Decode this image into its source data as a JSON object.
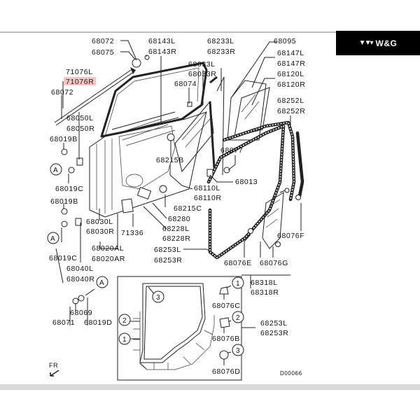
{
  "brand": {
    "name": "W&G",
    "logo_glyph": "▼▼▾"
  },
  "diagram": {
    "title": "Rear door panel & glass exploded parts diagram",
    "reference_code": "D00066",
    "direction_marker": "FR",
    "highlight_color": "#f4c5c5",
    "labels": {
      "p68072_top": "68072",
      "p68075": "68075",
      "p71076L": "71076L",
      "p71076R": "71076R",
      "p68072_left": "68072",
      "p68050L": "68050L",
      "p68050R": "68050R",
      "p68019B_1": "68019B",
      "p68019C_1": "68019C",
      "p68019B_2": "68019B",
      "p68019C_2": "68019C",
      "p68040L": "68040L",
      "p68040R": "68040R",
      "p68069": "68069",
      "p68071": "68071",
      "p68019D": "68019D",
      "p68143L": "68143L",
      "p68143R": "68143R",
      "p68074": "68074",
      "p68033L": "68033L",
      "p68033R": "68033R",
      "p68233L": "68233L",
      "p68233R": "68233R",
      "p68095": "68095",
      "p68147L": "68147L",
      "p68147R": "68147R",
      "p68120L": "68120L",
      "p68120R": "68120R",
      "p68252L": "68252L",
      "p68252R": "68252R",
      "p68077": "68077",
      "p68013": "68013",
      "p68215B": "68215B",
      "p68110L": "68110L",
      "p68110R": "68110R",
      "p68215C": "68215C",
      "p68280": "68280",
      "p68228L": "68228L",
      "p68228R": "68228R",
      "p71336": "71336",
      "p68030L": "68030L",
      "p68030R": "68030R",
      "p68020AL": "68020AL",
      "p68020AR": "68020AR",
      "p68253L_a": "68253L",
      "p68253R_a": "68253R",
      "p68076E": "68076E",
      "p68076G": "68076G",
      "p68076F": "68076F",
      "p68318L": "68318L",
      "p68318R": "68318R",
      "p68076C": "68076C",
      "p68076B": "68076B",
      "p68076D": "68076D",
      "p68253L_b": "68253L",
      "p68253R_b": "68253R"
    },
    "callouts": {
      "A": "A",
      "one": "1",
      "two": "2",
      "three": "3"
    }
  }
}
